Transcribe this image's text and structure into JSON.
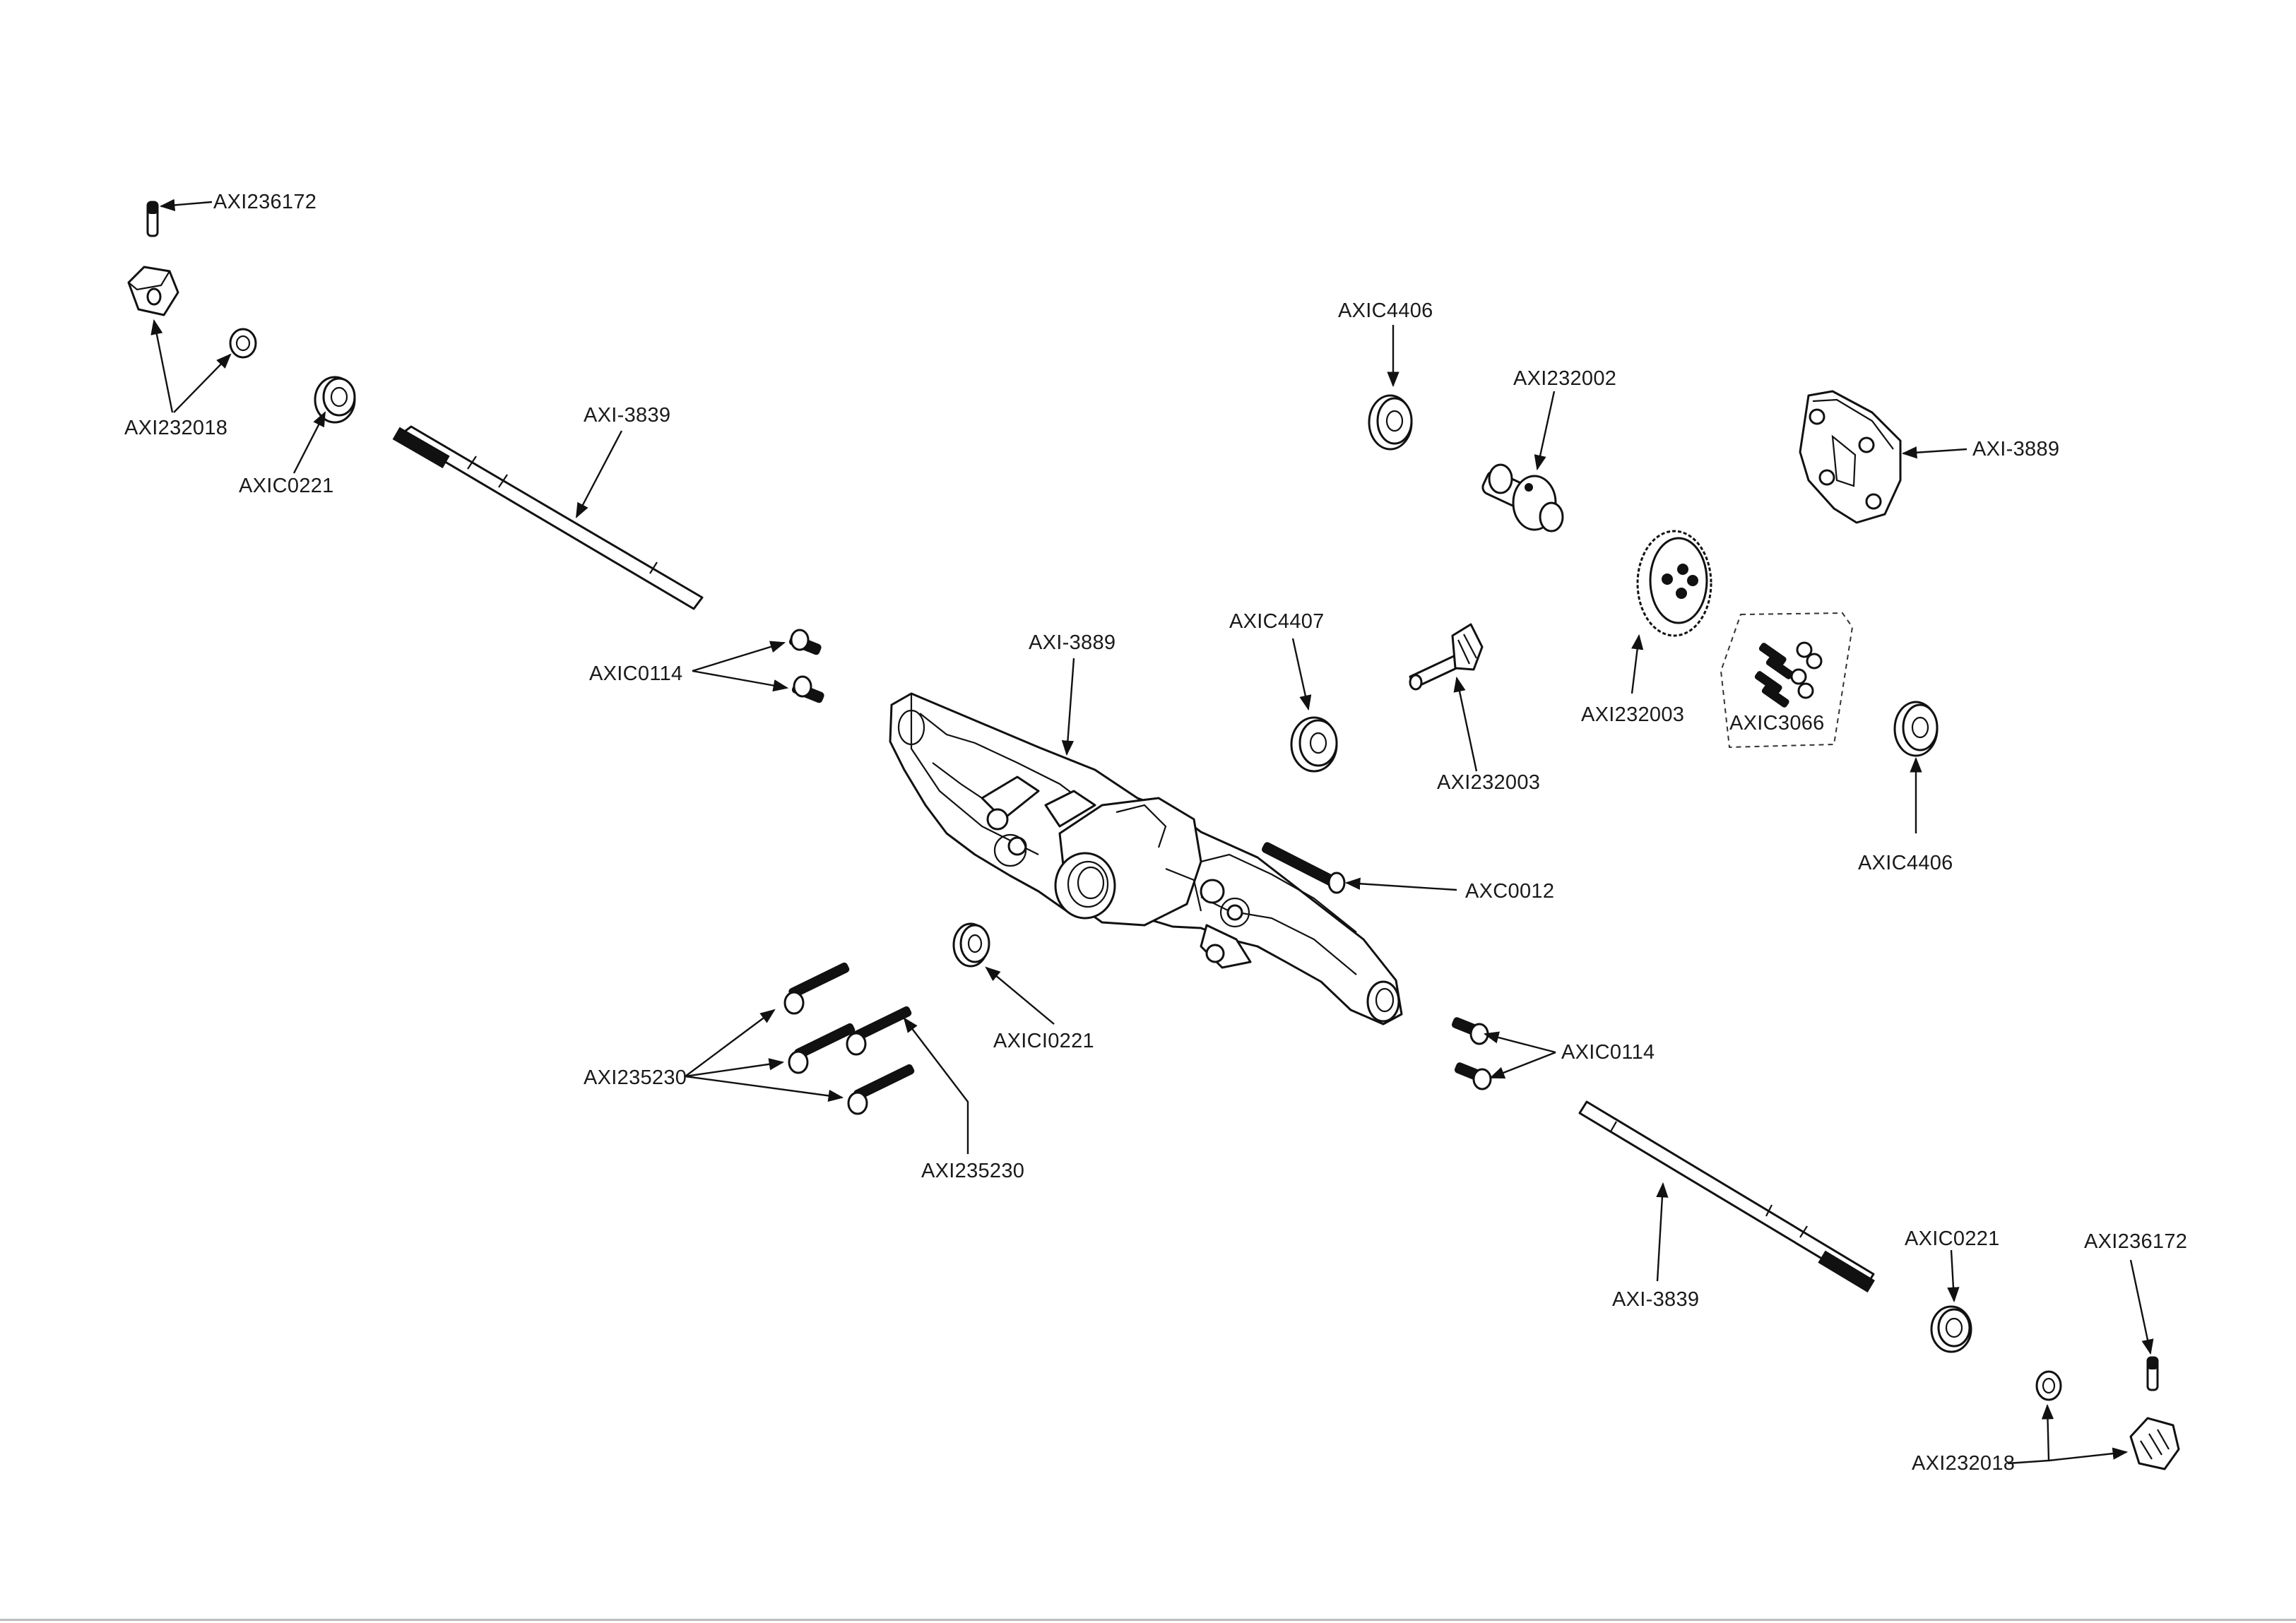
{
  "labels": {
    "axi236172_top": "AXI236172",
    "axi232018_left": "AXI232018",
    "axic0221_left": "AXIC0221",
    "axi3839_left": "AXI-3839",
    "axic0114_left": "AXIC0114",
    "axi3889_housing": "AXI-3889",
    "axic4406_top": "AXIC4406",
    "axi232002": "AXI232002",
    "axi3889_cover": "AXI-3889",
    "axic4407": "AXIC4407",
    "axi232003_pinion": "AXI232003",
    "axi232003_ring": "AXI232003",
    "axic3066": "AXIC3066",
    "axic4406_right": "AXIC4406",
    "axc0012": "AXC0012",
    "axici0221": "AXICI0221",
    "axi235230_left": "AXI235230",
    "axi235230_bottom": "AXI235230",
    "axic0114_right": "AXIC0114",
    "axi3839_right": "AXI-3839",
    "axic0221_right": "AXIC0221",
    "axi236172_bottom": "AXI236172",
    "axi232018_right": "AXI232018"
  }
}
